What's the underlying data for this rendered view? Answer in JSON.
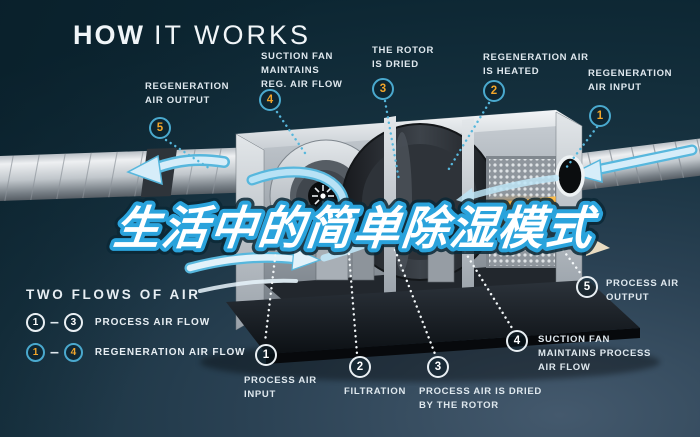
{
  "title": {
    "bold": "HOW",
    "light": "IT WORKS"
  },
  "headline": "生活中的简单除湿模式",
  "regen_callouts": [
    {
      "num": "5",
      "label": "REGENERATION\nAIR OUTPUT"
    },
    {
      "num": "4",
      "label": "SUCTION FAN\nMAINTAINS\nREG. AIR FLOW"
    },
    {
      "num": "3",
      "label": "THE ROTOR\nIS DRIED"
    },
    {
      "num": "2",
      "label": "REGENERATION AIR\nIS HEATED"
    },
    {
      "num": "1",
      "label": "REGENERATION\nAIR INPUT"
    }
  ],
  "process_callouts": [
    {
      "num": "1",
      "label": "PROCESS AIR\nINPUT"
    },
    {
      "num": "2",
      "label": "FILTRATION"
    },
    {
      "num": "3",
      "label": "PROCESS AIR IS DRIED\nBY THE ROTOR"
    },
    {
      "num": "4",
      "label": "SUCTION FAN\nMAINTAINS PROCESS\nAIR FLOW"
    },
    {
      "num": "5",
      "label": "PROCESS AIR\nOUTPUT"
    }
  ],
  "legend": {
    "title": "TWO FLOWS OF AIR",
    "rows": [
      {
        "from": "1",
        "dash": "–",
        "to": "3",
        "label": "PROCESS AIR FLOW"
      },
      {
        "from": "1",
        "dash": "–",
        "to": "4",
        "label": "REGENERATION AIR FLOW"
      }
    ]
  },
  "colors": {
    "background_dark": "#0c2632",
    "background_light": "#44596d",
    "accent_cyan": "#4aa9ce",
    "accent_orange": "#f2a62a",
    "headline_fill": "#ffffff",
    "headline_outline": "#2aa3dc",
    "heater_glow": "#ef8f1f",
    "arrow_blue": "#aee0f5"
  }
}
